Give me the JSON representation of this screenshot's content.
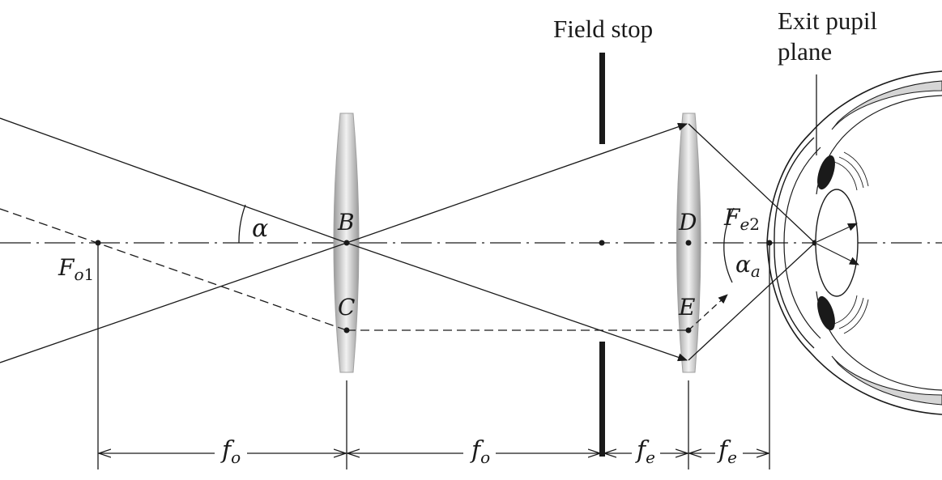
{
  "labels": {
    "field_stop": "Field stop",
    "exit_pupil_line1": "Exit pupil",
    "exit_pupil_line2": "plane",
    "alpha": "α",
    "B": "B",
    "C": "C",
    "D": "D",
    "E": "E",
    "F_main_1": "F",
    "F_sub_o": "o",
    "F_sub_1": "1",
    "F_main_2": "F",
    "F_sub_e": "e",
    "F_sub_2": "2",
    "alpha_a_main": "α",
    "alpha_a_sub": "a",
    "f_o_main": "f",
    "f_o_sub": "o",
    "f_e_main": "f",
    "f_e_sub": "e"
  },
  "colors": {
    "line": "#1a1a1a",
    "lens_edge": "#8c8c8c",
    "lens_center": "#f4f4f4"
  }
}
